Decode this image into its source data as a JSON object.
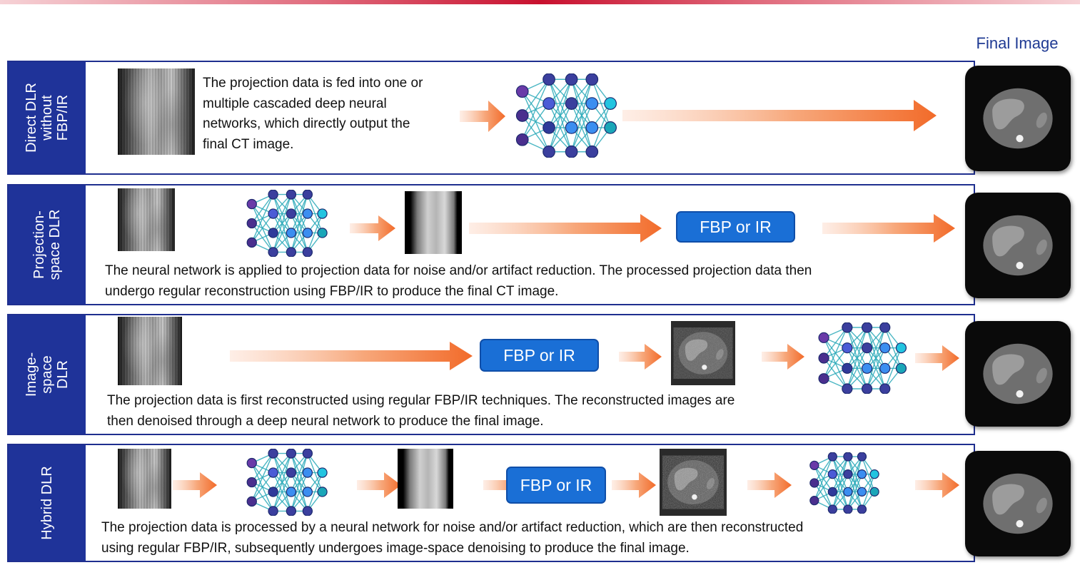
{
  "header": {
    "final_image_label": "Final Image"
  },
  "rows": [
    {
      "label": "Direct DLR\nwithout\nFBP/IR",
      "description": "The projection data is fed into one or\nmultiple cascaded deep neural\nnetworks, which directly output the\nfinal CT image."
    },
    {
      "label": "Projection-\nspace DLR",
      "description": "The neural network is applied to projection data for noise and/or artifact reduction. The processed projection data then\nundergo regular reconstruction using FBP/IR to produce the  final CT image.",
      "fbp_label": "FBP or IR"
    },
    {
      "label": "Image-space\nDLR",
      "description": "The projection data is first reconstructed using regular FBP/IR techniques. The reconstructed images are\nthen denoised through a deep neural network to produce the final  image.",
      "fbp_label": "FBP or IR"
    },
    {
      "label": "Hybrid DLR",
      "description": "The projection data is processed by a neural network for noise and/or artifact reduction, which are then reconstructed\nusing regular FBP/IR, subsequently undergoes image-space denoising to produce the final image.",
      "fbp_label": "FBP or IR"
    }
  ],
  "icons": [
    "neural-network-icon",
    "arrow-icon",
    "projection-sinogram-image",
    "ct-phantom-image"
  ],
  "colors": {
    "row_label_bg": "#1f3399",
    "border": "#1f2f8f",
    "fbp_box": "#1a6fd6",
    "arrow": "#f26b2a",
    "nn_dark": "#3b3f9e",
    "nn_purple": "#6a3aa8",
    "nn_cyan": "#22c4e0",
    "nn_edge": "#2aa9b8",
    "final_label": "#1f3a93"
  }
}
